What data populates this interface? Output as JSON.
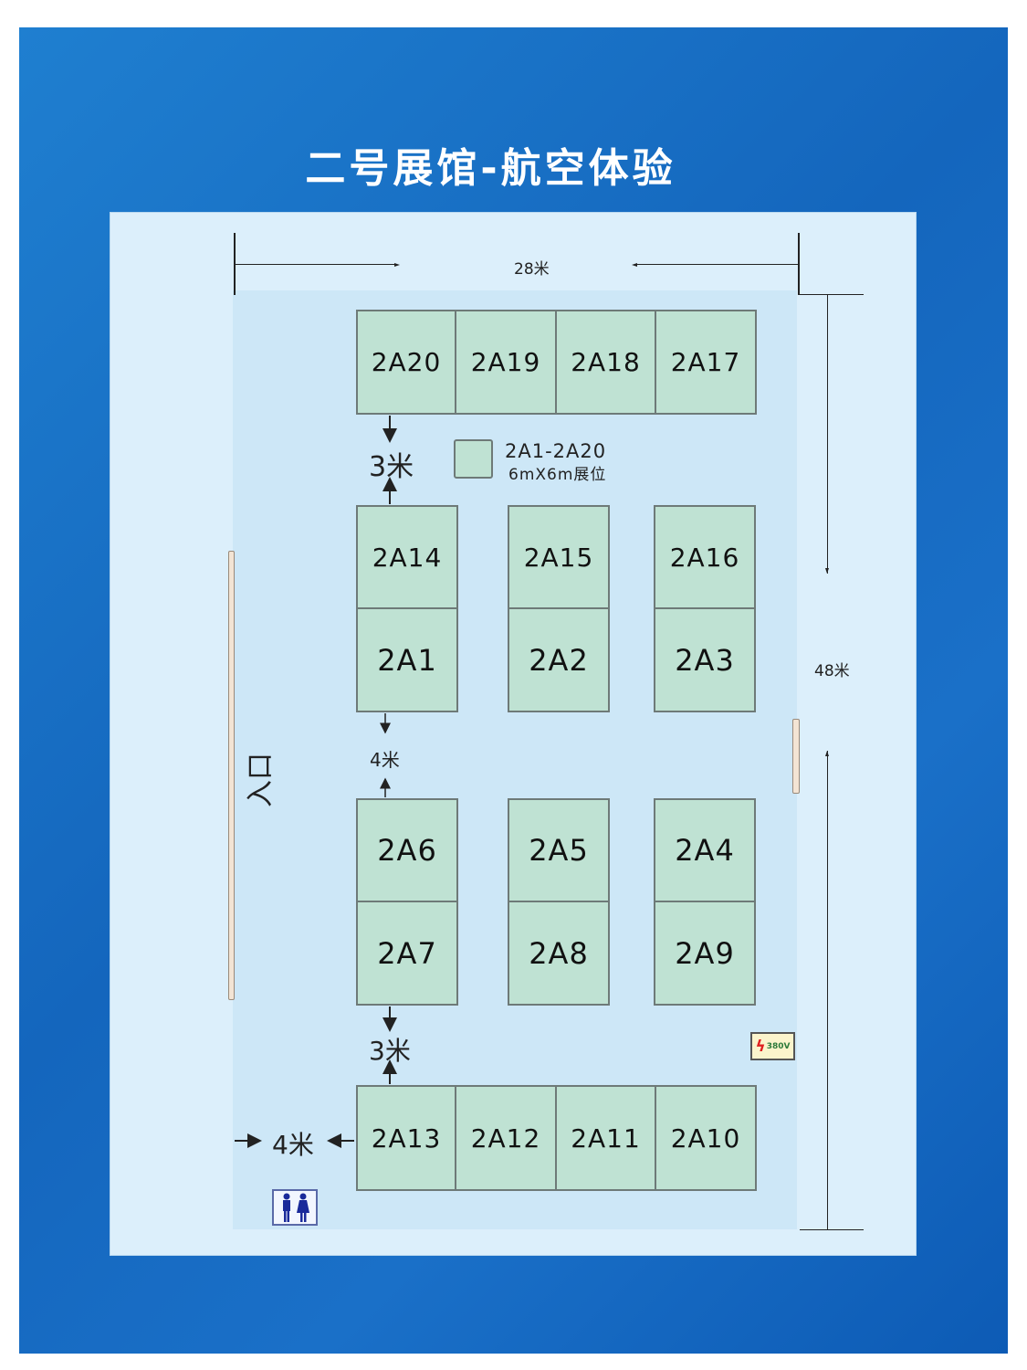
{
  "title": "二号展馆-航空体验",
  "dimensions": {
    "width": "28米",
    "height": "48米"
  },
  "entrance": "入口",
  "legend": {
    "range": "2A1-2A20",
    "size": "6mX6m展位"
  },
  "gaps": {
    "top": "3米",
    "middle": "4米",
    "bottom": "3米",
    "left": "4米"
  },
  "power": {
    "label": "380V",
    "icon": "lightning-icon"
  },
  "restroom": {
    "icon": "restroom-icon"
  },
  "booths": {
    "top": [
      "2A20",
      "2A19",
      "2A18",
      "2A17"
    ],
    "row1a": [
      "2A14",
      "2A15",
      "2A16"
    ],
    "row1b": [
      "2A1",
      "2A2",
      "2A3"
    ],
    "row2a": [
      "2A6",
      "2A5",
      "2A4"
    ],
    "row2b": [
      "2A7",
      "2A8",
      "2A9"
    ],
    "bottom": [
      "2A13",
      "2A12",
      "2A11",
      "2A10"
    ]
  },
  "colors": {
    "booth": "#bfe2d3",
    "background": "#1466bd",
    "panel": "#dcefFb"
  }
}
